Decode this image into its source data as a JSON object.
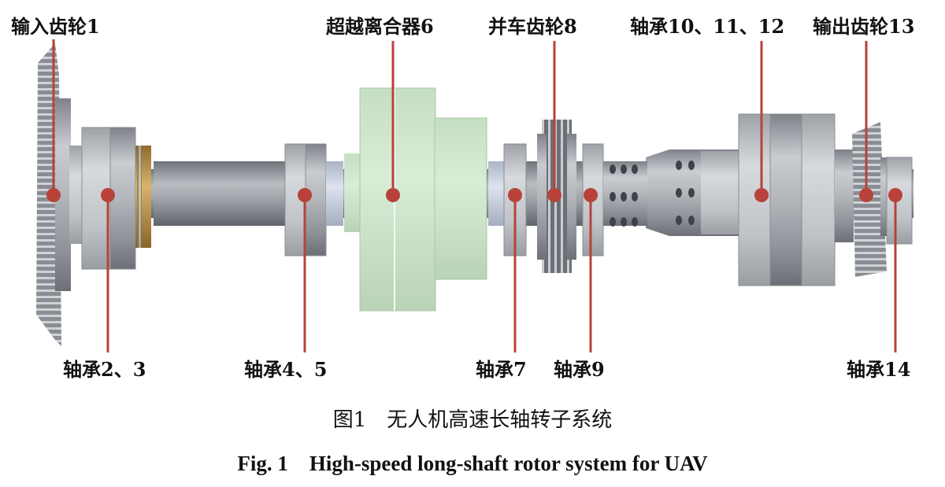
{
  "labels": {
    "input_gear": "输入齿轮1",
    "clutch": "超越离合器6",
    "merge_gear": "并车齿轮8",
    "bearing_10_12": "轴承10、11、12",
    "output_gear": "输出齿轮13",
    "bearing_2_3": "轴承2、3",
    "bearing_4_5": "轴承4、5",
    "bearing_7": "轴承7",
    "bearing_9": "轴承9",
    "bearing_14": "轴承14"
  },
  "caption": {
    "chinese": "图1　无人机高速长轴转子系统",
    "english": "Fig. 1　High-speed long-shaft rotor system for UAV"
  },
  "colors": {
    "leader": "#b8423a",
    "metal": "#a9adb3",
    "clutch": "#cfe6cc",
    "brass": "#c8a050"
  }
}
